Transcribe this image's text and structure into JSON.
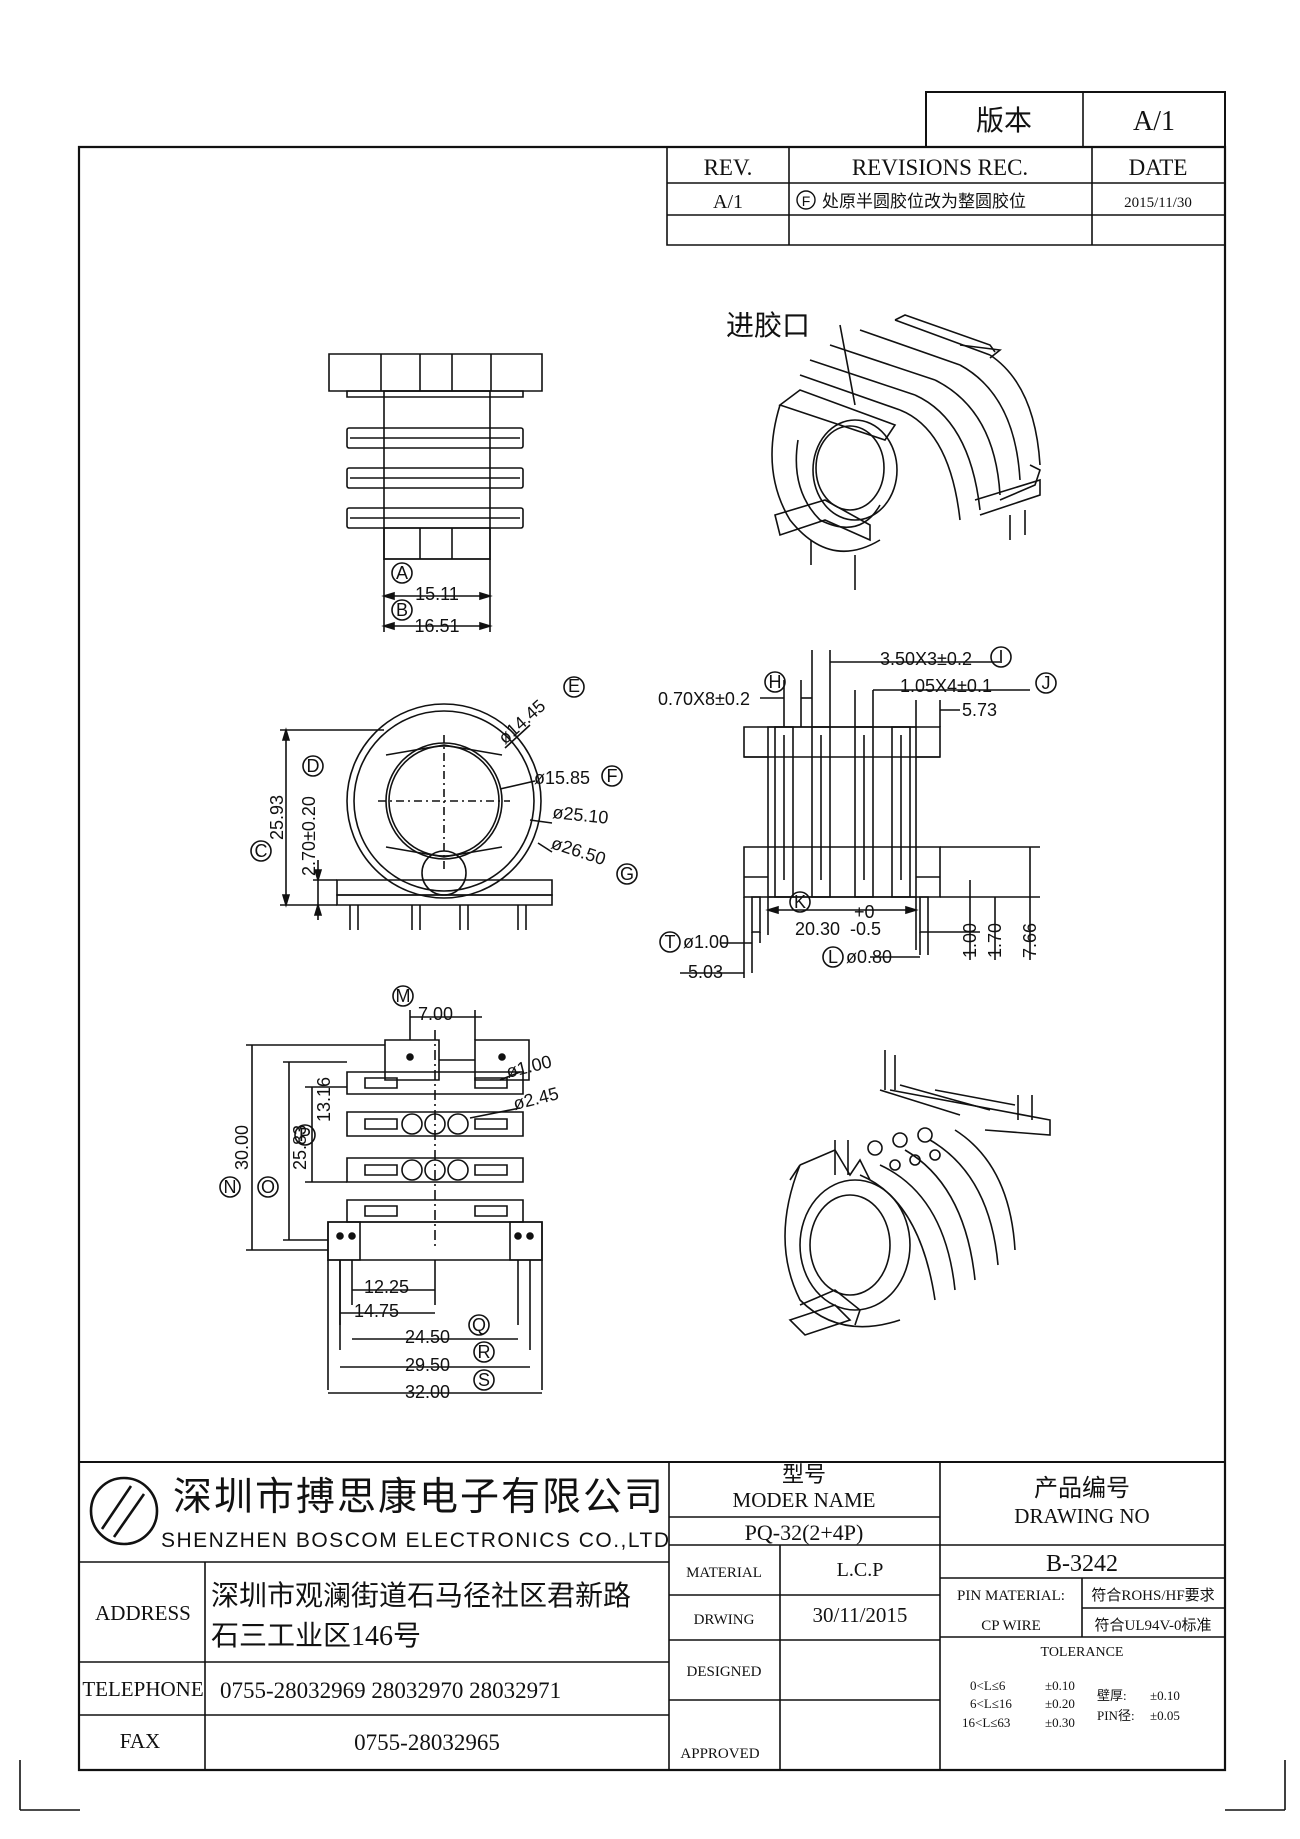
{
  "revision_block": {
    "version_label": "版本",
    "version_value": "A/1",
    "headers": {
      "rev": "REV.",
      "revisions": "REVISIONS REC.",
      "date": "DATE"
    },
    "rows": [
      {
        "rev": "A/1",
        "mark": "F",
        "description": "处原半圆胶位改为整圆胶位",
        "date": "2015/11/30"
      }
    ]
  },
  "annotations": {
    "gate_label": "进胶口"
  },
  "dimensions": {
    "top_view": {
      "a_value": "15.11",
      "a_mark": "A",
      "b_value": "16.51",
      "b_mark": "B"
    },
    "front_view": {
      "c_value": "25.93",
      "c_mark": "C",
      "d_value": "2.70±0.20",
      "d_mark": "D",
      "e_value": "ø14.45",
      "e_mark": "E",
      "f_value": "ø15.85",
      "f_mark": "F",
      "dia_25": "ø25.10",
      "g_value": "ø26.50",
      "g_mark": "G"
    },
    "side_view": {
      "h_value": "0.70X8±0.2",
      "h_mark": "H",
      "i_value": "3.50X3±0.2",
      "i_mark": "I",
      "j_value": "1.05X4±0.1",
      "j_mark": "J",
      "w_573": "5.73",
      "k_value": "20.30",
      "k_tol_upper": "+0",
      "k_tol_lower": "-0.5",
      "k_mark": "K",
      "t_value": "ø1.00",
      "t_mark": "T",
      "l_value": "ø0.80",
      "l_mark": "L",
      "w_503": "5.03",
      "h_100": "1.00",
      "h_170": "1.70",
      "h_766": "7.66"
    },
    "bottom_view": {
      "m_value": "7.00",
      "m_mark": "M",
      "hole_100": "ø1.00",
      "hole_245": "ø2.45",
      "p_value": "13.16",
      "p_mark": "P",
      "o_value": "25.83",
      "o_mark": "O",
      "n_value": "30.00",
      "n_mark": "N",
      "w_1225": "12.25",
      "w_1475": "14.75",
      "q_value": "24.50",
      "q_mark": "Q",
      "r_value": "29.50",
      "r_mark": "R",
      "s_value": "32.00",
      "s_mark": "S"
    }
  },
  "title_block": {
    "company_cn": "深圳市搏思康电子有限公司",
    "company_en": "SHENZHEN BOSCOM ELECTRONICS CO.,LTD",
    "model_label_cn": "型号",
    "model_label_en": "MODER NAME",
    "model_value": "PQ-32(2+4P)",
    "drawing_no_label_cn": "产品编号",
    "drawing_no_label_en": "DRAWING NO",
    "drawing_no_value": "B-3242",
    "address_label": "ADDRESS",
    "address_line1": "深圳市观澜街道石马径社区君新路",
    "address_line2": "石三工业区146号",
    "telephone_label": "TELEPHONE",
    "telephone_value": "0755-28032969 28032970 28032971",
    "fax_label": "FAX",
    "fax_value": "0755-28032965",
    "material_label": "MATERIAL",
    "material_value": "L.C.P",
    "drawing_label": "DRWING",
    "drawing_date": "30/11/2015",
    "designed_label": "DESIGNED",
    "approved_label": "APPROVED",
    "pin_material_label": "PIN MATERIAL:",
    "pin_material_value": "符合ROHS/HF要求",
    "cp_wire_label": "CP WIRE",
    "cp_wire_value": "符合UL94V-0标准",
    "tolerance_label": "TOLERANCE",
    "tolerance_rows": [
      {
        "range": "0<L≤6",
        "tol": "±0.10"
      },
      {
        "range": "6<L≤16",
        "tol": "±0.20"
      },
      {
        "range": "16<L≤63",
        "tol": "±0.30"
      }
    ],
    "wall_label": "壁厚:",
    "wall_tol": "±0.10",
    "pin_dia_label": "PIN径:",
    "pin_dia_tol": "±0.05"
  }
}
